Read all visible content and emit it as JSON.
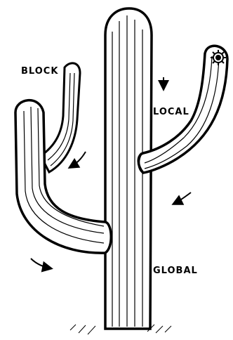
{
  "labels": {
    "block": "BLOCK",
    "local": "LOCAL",
    "global": "GLOBAL"
  },
  "colors": {
    "ink": "#000000",
    "background": "#ffffff"
  },
  "icons": {
    "cactus": "saguaro-cactus-drawing",
    "flower": "cactus-flower-icon",
    "arrows": "curved-arrow-icon"
  }
}
